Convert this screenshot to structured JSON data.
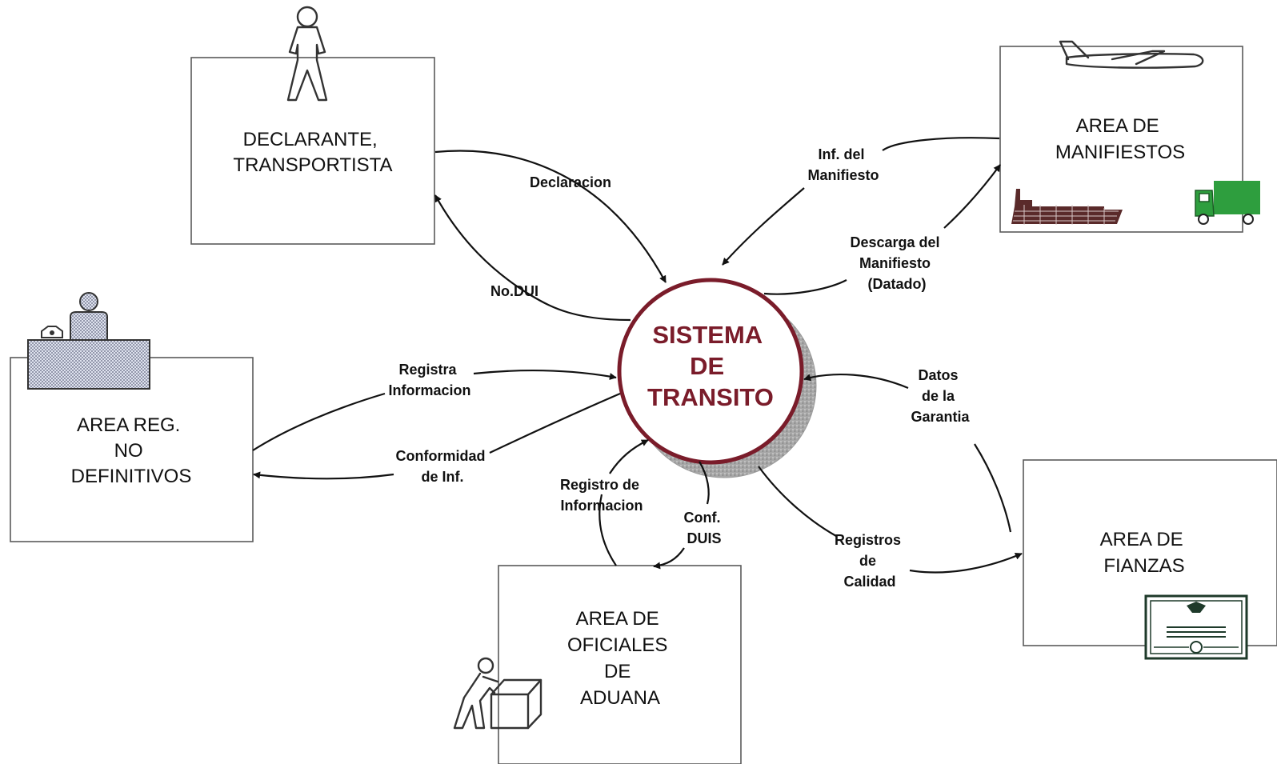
{
  "colors": {
    "process_border": "#7a1c2a",
    "process_text": "#7a1c2a",
    "process_shadow": "#9a9a9a",
    "truck": "#2e9e3e"
  },
  "process": {
    "lines": [
      "SISTEMA",
      "DE",
      "TRANSITO"
    ]
  },
  "entities": {
    "declarante": {
      "lines": [
        "DECLARANTE,",
        "TRANSPORTISTA"
      ],
      "icon": "person-standing-icon"
    },
    "manifiestos": {
      "lines": [
        "AREA DE",
        "MANIFIESTOS"
      ],
      "icons": [
        "airplane-icon",
        "ship-icon",
        "truck-icon"
      ]
    },
    "reg_no_def": {
      "lines": [
        "AREA REG.",
        "NO",
        "DEFINITIVOS"
      ],
      "icon": "office-worker-desk-icon"
    },
    "oficiales": {
      "lines": [
        "AREA DE",
        "OFICIALES",
        "DE",
        "ADUANA"
      ],
      "icon": "person-lifting-box-icon"
    },
    "fianzas": {
      "lines": [
        "AREA DE",
        "FIANZAS"
      ],
      "icon": "bond-certificate-icon"
    }
  },
  "flows": {
    "declaracion": [
      "Declaracion"
    ],
    "no_dui": [
      "No.DUI"
    ],
    "inf_manifiesto": [
      "Inf. del",
      "Manifiesto"
    ],
    "descarga_manifiesto": [
      "Descarga del",
      "Manifiesto",
      "(Datado)"
    ],
    "registra_informacion": [
      "Registra",
      "Informacion"
    ],
    "conformidad_inf": [
      "Conformidad",
      "de Inf."
    ],
    "datos_garantia": [
      "Datos",
      "de la",
      "Garantia"
    ],
    "registro_informacion": [
      "Registro de",
      "Informacion"
    ],
    "conf_duis": [
      "Conf.",
      "DUIS"
    ],
    "registros_calidad": [
      "Registros",
      "de",
      "Calidad"
    ]
  }
}
